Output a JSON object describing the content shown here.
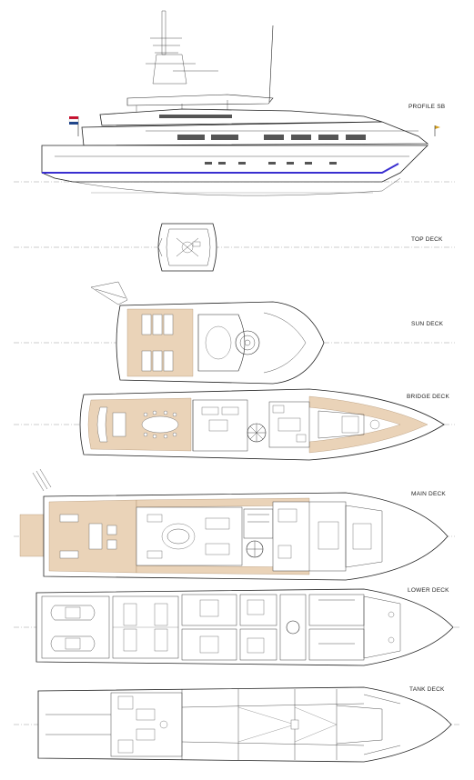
{
  "drawing": {
    "flag_colors": [
      "#c8102e",
      "#ffffff",
      "#21468b"
    ],
    "accent_stripe_color": "#3a2fd0",
    "teak_color": "#ead3b8"
  },
  "views": [
    {
      "id": "profile",
      "label": "PROFILE SB"
    },
    {
      "id": "top-deck",
      "label": "TOP DECK"
    },
    {
      "id": "sun-deck",
      "label": "SUN DECK"
    },
    {
      "id": "bridge-deck",
      "label": "BRIDGE DECK"
    },
    {
      "id": "main-deck",
      "label": "MAIN DECK"
    },
    {
      "id": "lower-deck",
      "label": "LOWER DECK"
    },
    {
      "id": "tank-deck",
      "label": "TANK DECK"
    }
  ]
}
